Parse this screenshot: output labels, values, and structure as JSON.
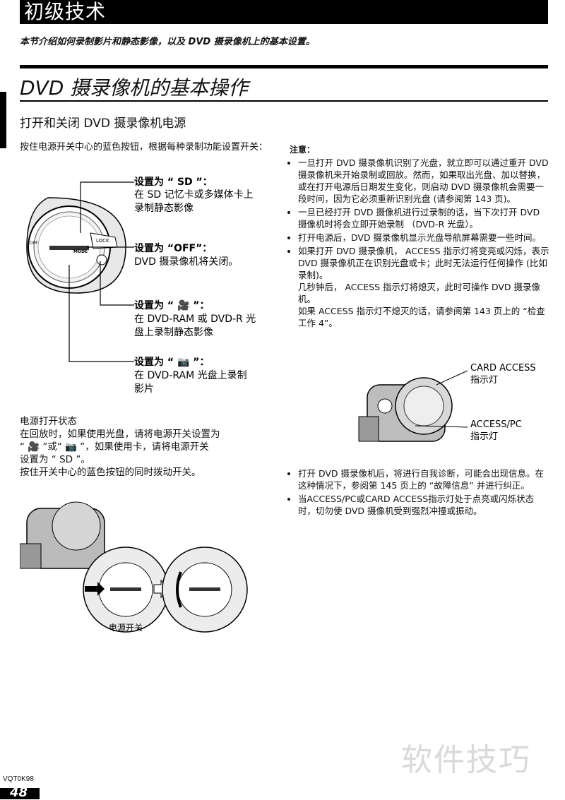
{
  "header": {
    "title": "初级技术"
  },
  "intro": "本节介绍如何录制影片和静态影像，以及 DVD 摄录像机上的基本设置。",
  "section_title": "DVD 摄录像机的基本操作",
  "sub_title": "打开和关闭 DVD 摄录像机电源",
  "lead": "按住电源开关中心的蓝色按钮，根据每种录制功能设置开关：",
  "dial": {
    "lock_label": "LOCK",
    "mode_label": "MODE",
    "off_label": "OFF",
    "settings": [
      {
        "title": "设置为 “ SD ”：",
        "desc": [
          "在 SD 记忆卡或多媒体卡上",
          "录制静态影像"
        ]
      },
      {
        "title": "设置为 “OFF”：",
        "desc": [
          "DVD 摄录像机将关闭。"
        ]
      },
      {
        "title": "设置为 “ 🎥 ”：",
        "desc": [
          "在 DVD-RAM 或 DVD-R 光",
          "盘上录制静态影像"
        ]
      },
      {
        "title": "设置为 “ 📷 ”：",
        "desc": [
          "在 DVD-RAM 光盘上录制",
          "影片"
        ]
      }
    ]
  },
  "notes": {
    "title": "注意：",
    "items": [
      "一旦打开 DVD 摄录像机识别了光盘，就立即可以通过重开 DVD 摄录像机来开始录制或回放。然而，如果取出光盘、加以替换，或在打开电源后日期发生变化，则启动 DVD 摄录像机会需要一段时间，因为它必须重新识别光盘 (请参阅第 143 页)。",
      "一旦已经打开 DVD 摄像机进行过录制的话，当下次打开 DVD 摄像机时将会立即开始录制 （DVD-R 光盘）。",
      "打开电源后，DVD 摄录像机显示光盘导航屏幕需要一些时间。",
      "如果打开 DVD 摄录像机， ACCESS 指示灯将变亮或闪烁，表示 DVD 摄录像机正在识别光盘或卡；此时无法运行任何操作 (比如录制)。\n几秒钟后， ACCESS 指示灯将熄灭，此时可操作 DVD 摄录像机。\n如果 ACCESS 指示灯不熄灭的话，请参阅第 143 页上的 “检查工作 4”。"
    ]
  },
  "camera_labels": {
    "card_access": "CARD ACCESS",
    "card_access_sub": "指示灯",
    "access_pc": "ACCESS/PC",
    "access_pc_sub": "指示灯"
  },
  "power_status": {
    "heading": "电源打开状态",
    "lines": [
      "在回放时，如果使用光盘，请将电源开关设置为",
      "“ 🎥 ”或“ 📷 ”，如果使用卡，请将电源开关",
      "设置为 “ SD ”。",
      "按住开关中心的蓝色按钮的同时拨动开关。"
    ]
  },
  "figure_caption": "电源开关",
  "notes2": {
    "items": [
      "打开 DVD 摄录像机后，将进行自我诊断，可能会出现信息。在这种情况下，参阅第 145 页上的 “故障信息” 并进行纠正。",
      "当ACCESS/PC或CARD ACCESS指示灯处于点亮或闪烁状态时，切勿使 DVD 摄像机受到强烈冲撞或振动。"
    ]
  },
  "watermark": "软件技巧",
  "doc_code": "VQT0K98",
  "page_number": "48"
}
